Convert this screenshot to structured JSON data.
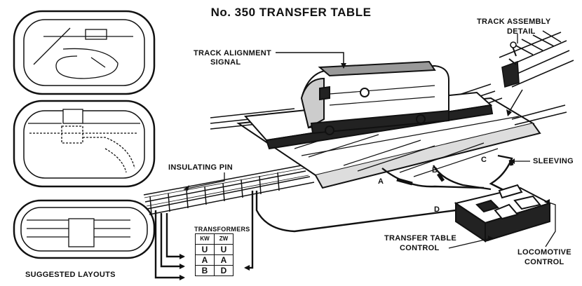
{
  "title": "No. 350 TRANSFER TABLE",
  "labels": {
    "track_assembly": [
      "TRACK ASSEMBLY",
      "DETAIL"
    ],
    "track_alignment": [
      "TRACK ALIGNMENT",
      "SIGNAL"
    ],
    "insulating_pin": "INSULATING PIN",
    "sleeving": "SLEEVING",
    "transfer_table_control": [
      "TRANSFER TABLE",
      "CONTROL"
    ],
    "locomotive_control": [
      "LOCOMOTIVE",
      "CONTROL"
    ],
    "suggested_layouts": "SUGGESTED LAYOUTS",
    "wire_a": "A",
    "wire_b": "B",
    "wire_c": "C",
    "wire_d": "D"
  },
  "transformers": {
    "title": "TRANSFORMERS",
    "headers": [
      "KW",
      "ZW"
    ],
    "rows": [
      [
        "U",
        "U"
      ],
      [
        "A",
        "A"
      ],
      [
        "B",
        "D"
      ]
    ]
  },
  "colors": {
    "ink": "#111111",
    "paper": "#ffffff"
  }
}
